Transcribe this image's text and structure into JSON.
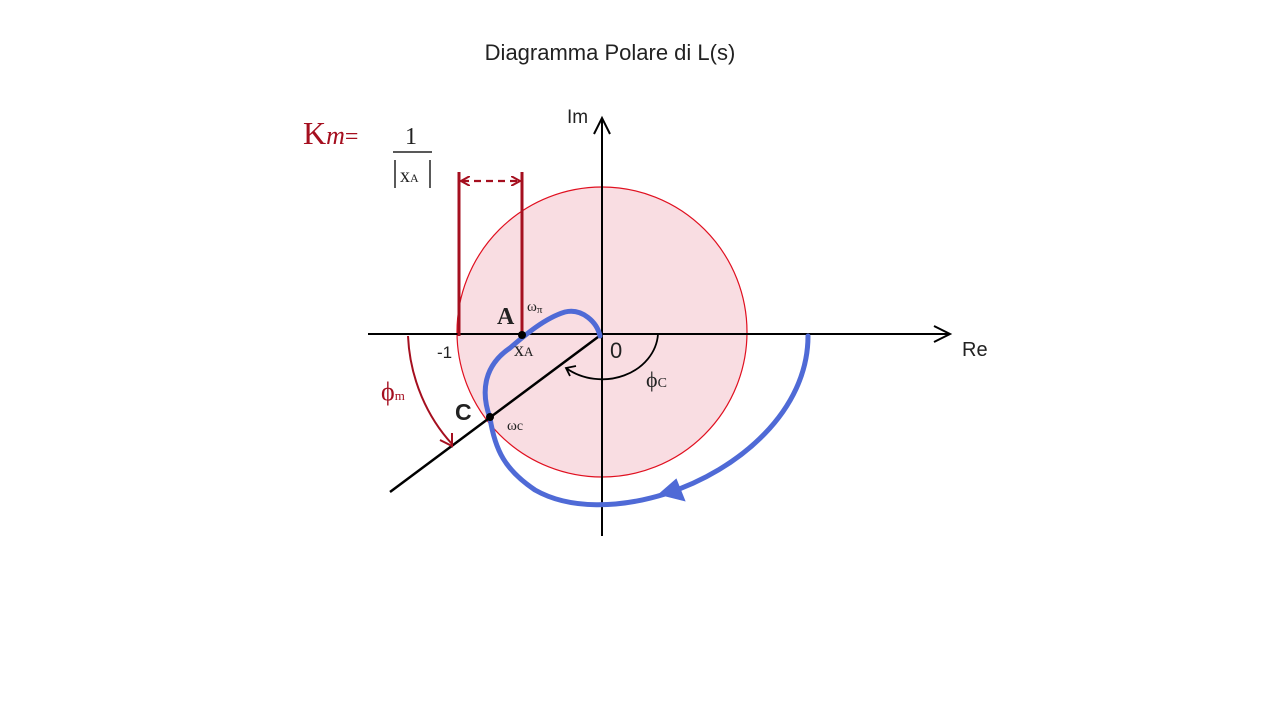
{
  "title": "Diagramma Polare di L(s)",
  "colors": {
    "axis": "#000000",
    "circle_stroke": "#e01020",
    "circle_fill": "#f9dde2",
    "curve": "#4f6ad6",
    "annotation": "#a50f1f"
  },
  "axes": {
    "real_label": "Re",
    "imag_label": "Im",
    "origin_label": "0",
    "minus_one_label": "-1"
  },
  "formula": {
    "lhs_k": "K",
    "lhs_m": "m",
    "equals": "=",
    "numerator": "1",
    "denominator": "x",
    "denominator_sub": "A"
  },
  "points": {
    "A": {
      "label": "A",
      "freq": "ω",
      "freq_sub": "π",
      "coord": "x",
      "coord_sub": "A"
    },
    "C": {
      "label": "C",
      "freq": "ω",
      "freq_sub": "c"
    }
  },
  "angles": {
    "phi_m": {
      "symbol": "ϕ",
      "sub": "m"
    },
    "phi_c": {
      "symbol": "ϕ",
      "sub": "C"
    }
  }
}
